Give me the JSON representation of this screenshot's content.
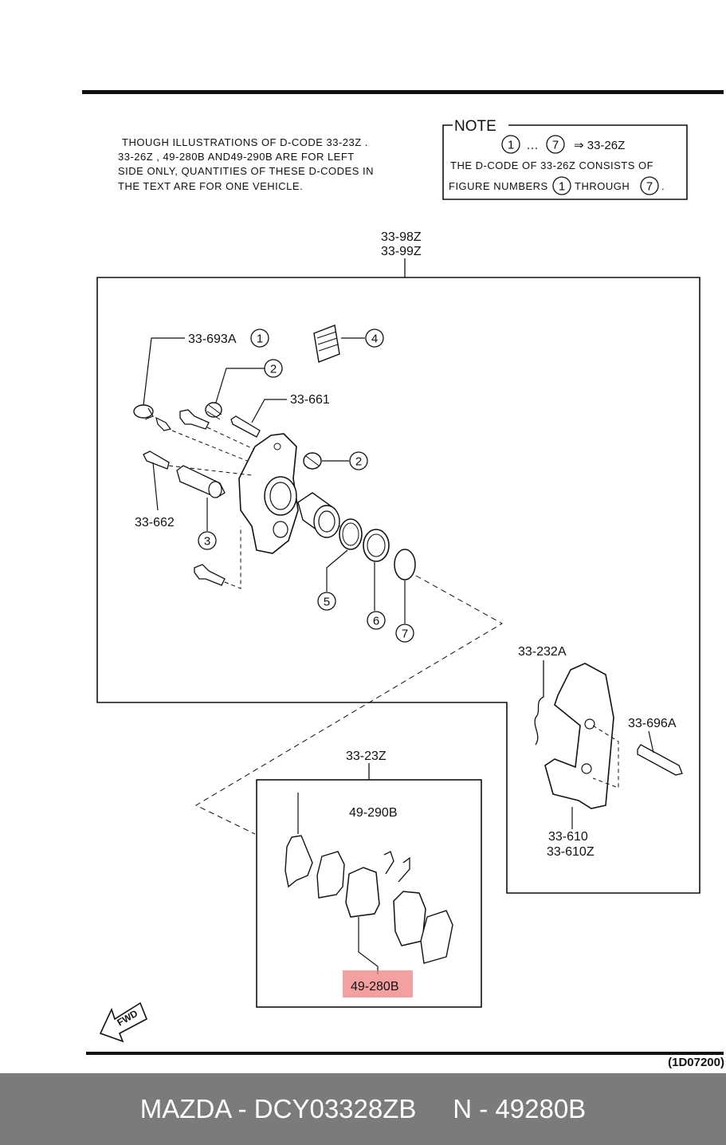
{
  "note": {
    "title": "NOTE",
    "line1_range": "…",
    "line1_target": "⇒ 33-26Z",
    "line2": "THE D-CODE OF 33-26Z CONSISTS OF",
    "line3_pre": "FIGURE NUMBERS",
    "line3_mid": "THROUGH",
    "line3_end": ".",
    "circle_a": "1",
    "circle_b": "7"
  },
  "intro": [
    "THOUGH ILLUSTRATIONS OF D-CODE 33-23Z .",
    "33-26Z , 49-280B AND49-290B ARE FOR LEFT",
    "SIDE ONLY, QUANTITIES OF THESE D-CODES IN",
    "THE TEXT ARE FOR ONE VEHICLE."
  ],
  "labels": {
    "caliper_assy_1": "33-98Z",
    "caliper_assy_2": "33-99Z",
    "boot": "33-693A",
    "pin_661": "33-661",
    "pin_662": "33-662",
    "spring_232": "33-232A",
    "pin_696": "33-696A",
    "carrier_1": "33-610",
    "carrier_2": "33-610Z",
    "pad_set": "33-23Z",
    "pad_kit": "49-290B",
    "pad": "49-280B"
  },
  "callouts": [
    "1",
    "2",
    "2",
    "3",
    "4",
    "5",
    "6",
    "7"
  ],
  "code": "(1D07200)",
  "footer": "MAZDA - DCY03328ZB     N - 49280B",
  "highlight_color": "#f08080"
}
